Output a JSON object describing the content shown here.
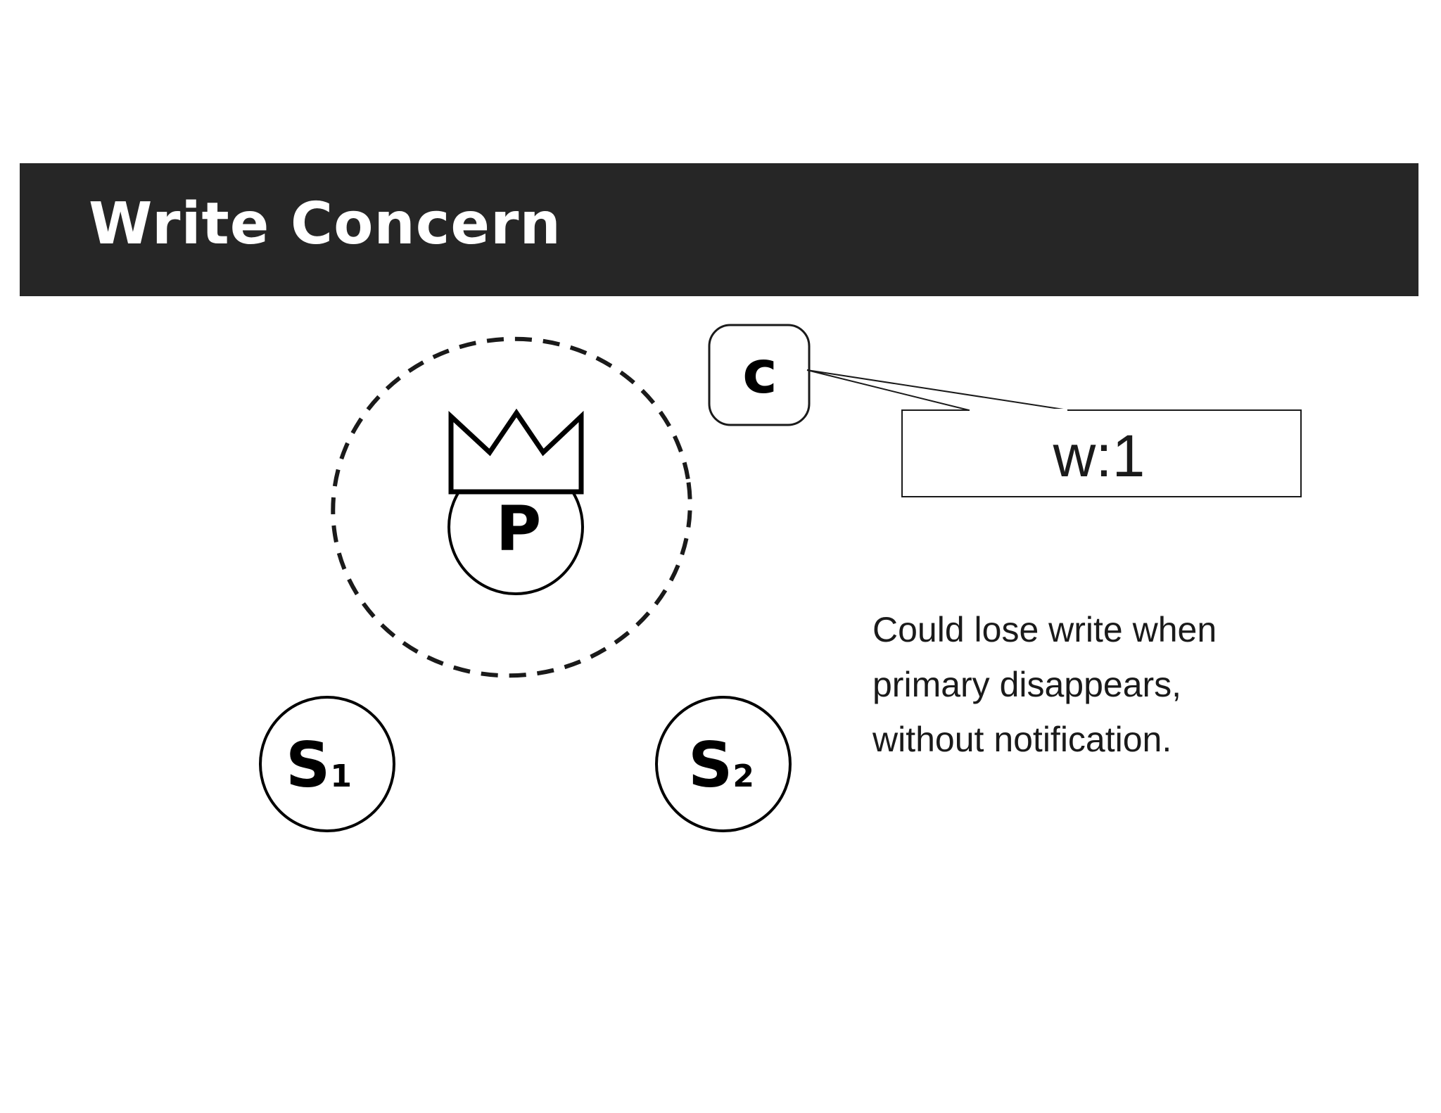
{
  "header": {
    "title": "Write Concern"
  },
  "nodes": {
    "primary": {
      "label": "P"
    },
    "client": {
      "label": "c"
    },
    "secondary1": {
      "label": "S",
      "subscript": "1"
    },
    "secondary2": {
      "label": "S",
      "subscript": "2"
    }
  },
  "callout": {
    "text": "w:1"
  },
  "note": {
    "lines": [
      "Could lose write when",
      "primary disappears,",
      "without notification."
    ]
  },
  "icons": {
    "crown": "crown-icon"
  },
  "colors": {
    "title_bar": "#262626",
    "title_text": "#ffffff",
    "stroke": "#1a1a1a"
  }
}
